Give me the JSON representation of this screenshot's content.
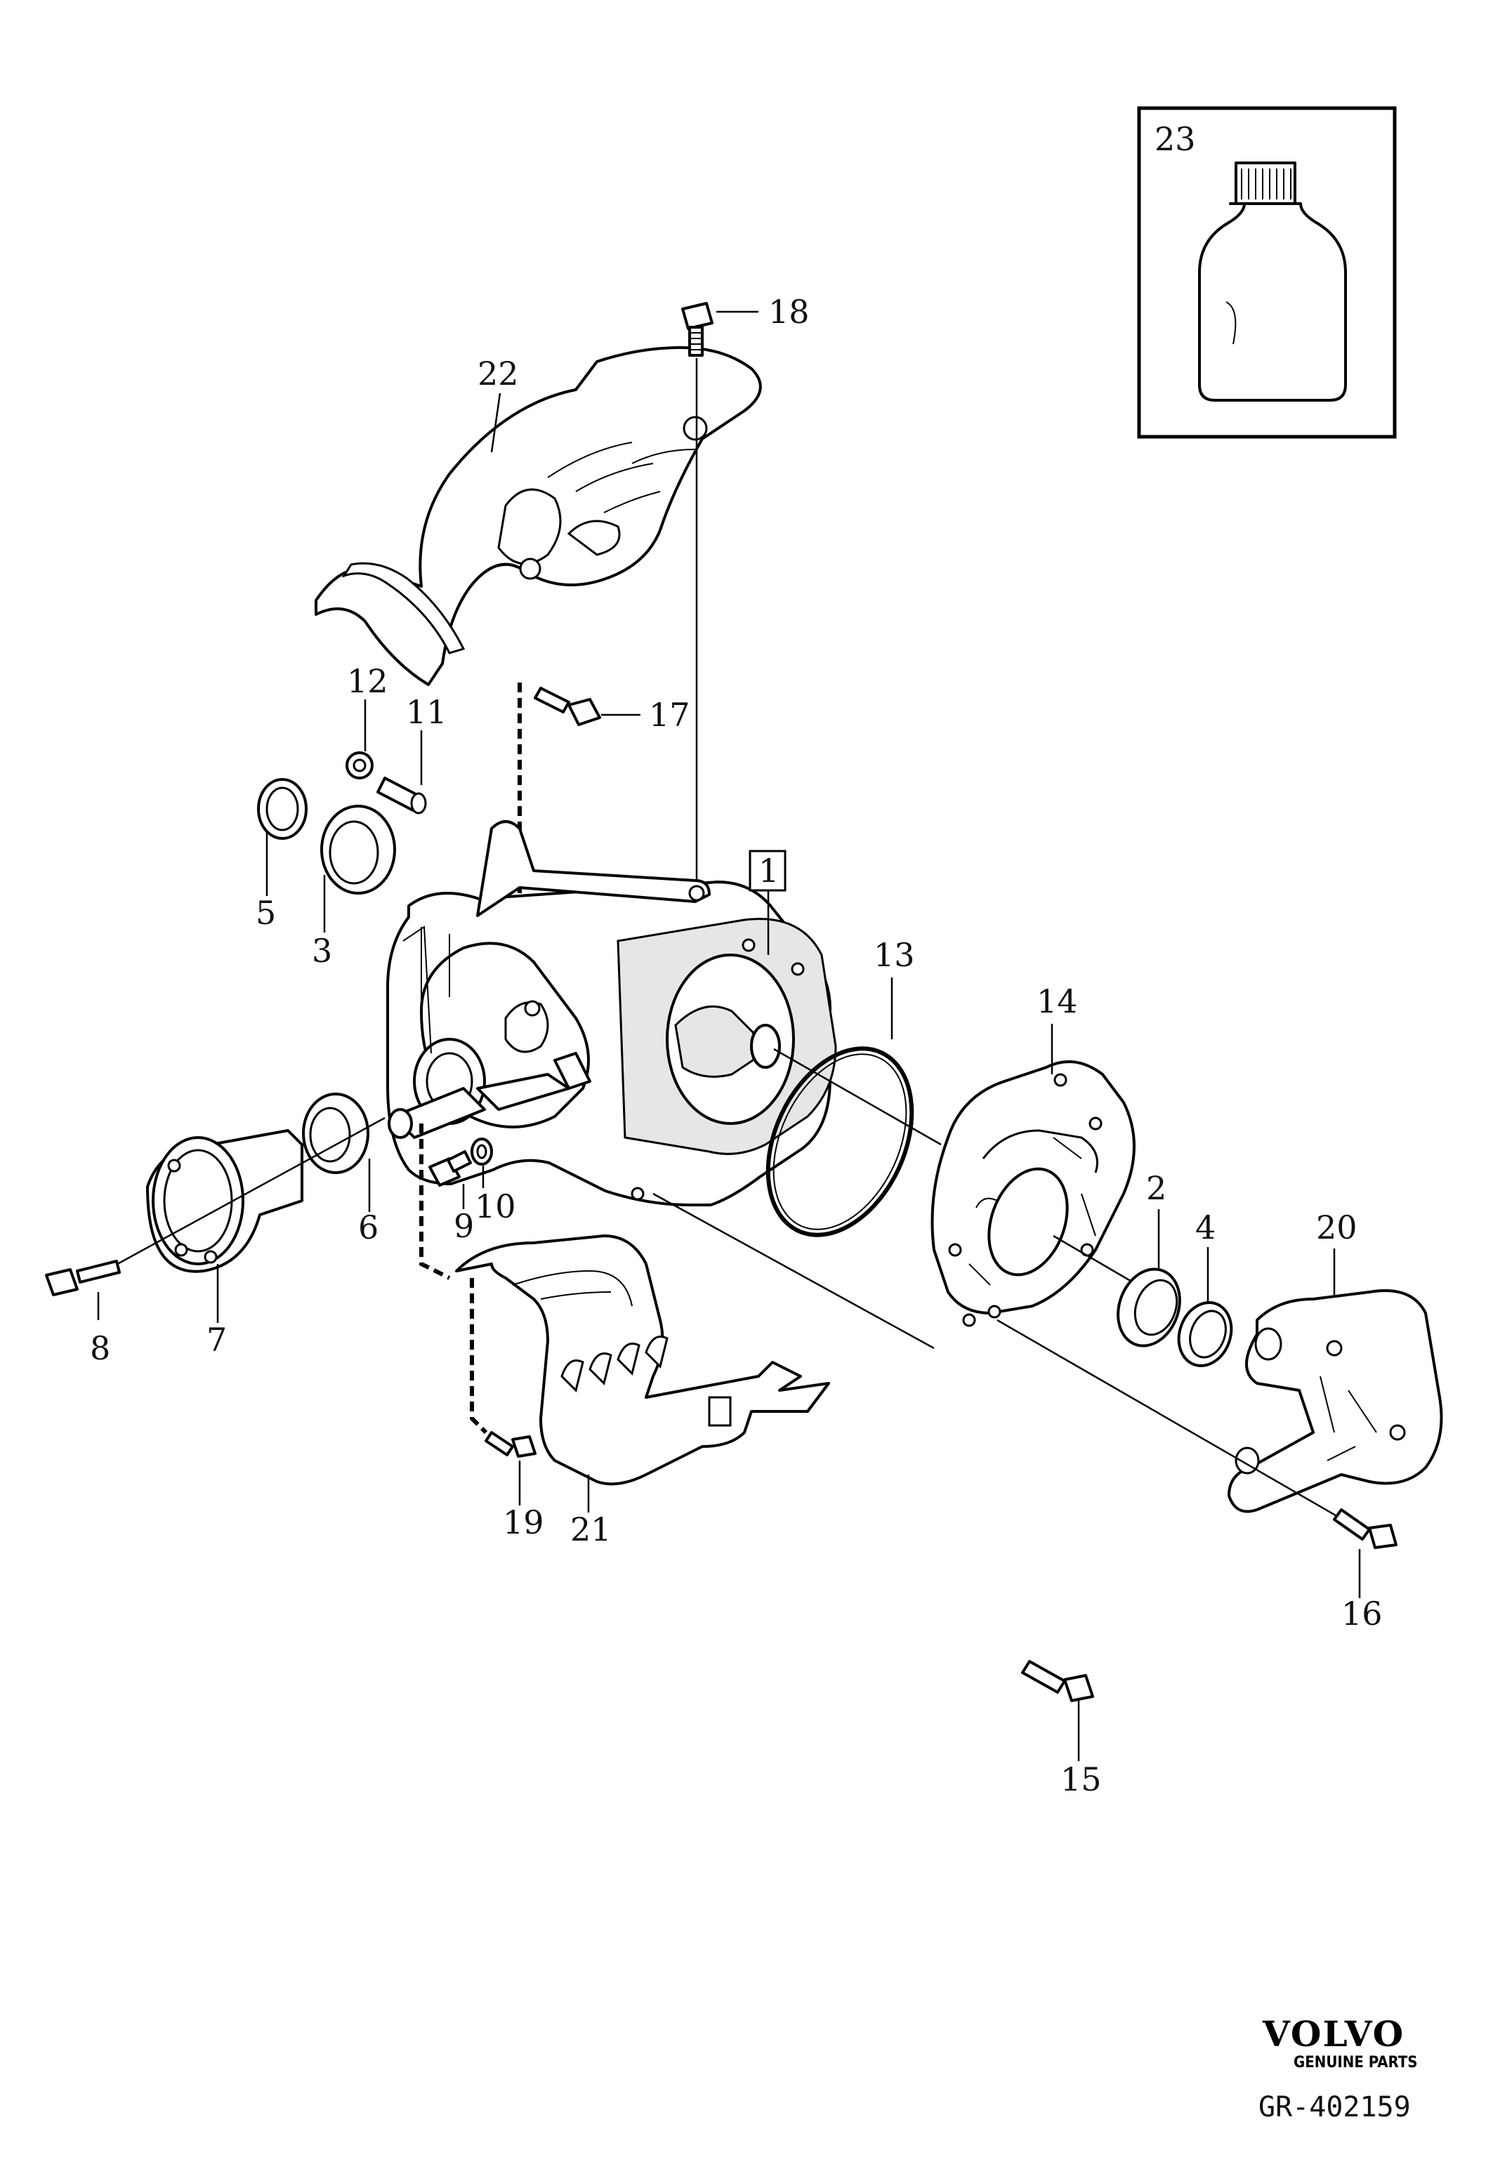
{
  "callouts": {
    "c1": "1",
    "c2": "2",
    "c3": "3",
    "c4": "4",
    "c5": "5",
    "c6": "6",
    "c7": "7",
    "c8": "8",
    "c9": "9",
    "c10": "10",
    "c11": "11",
    "c12": "12",
    "c13": "13",
    "c14": "14",
    "c15": "15",
    "c16": "16",
    "c17": "17",
    "c18": "18",
    "c19": "19",
    "c20": "20",
    "c21": "21",
    "c22": "22",
    "c23": "23"
  },
  "brand": {
    "logo_text": "VOLVO",
    "tagline": "GENUINE PARTS"
  },
  "reference": "GR-402159"
}
